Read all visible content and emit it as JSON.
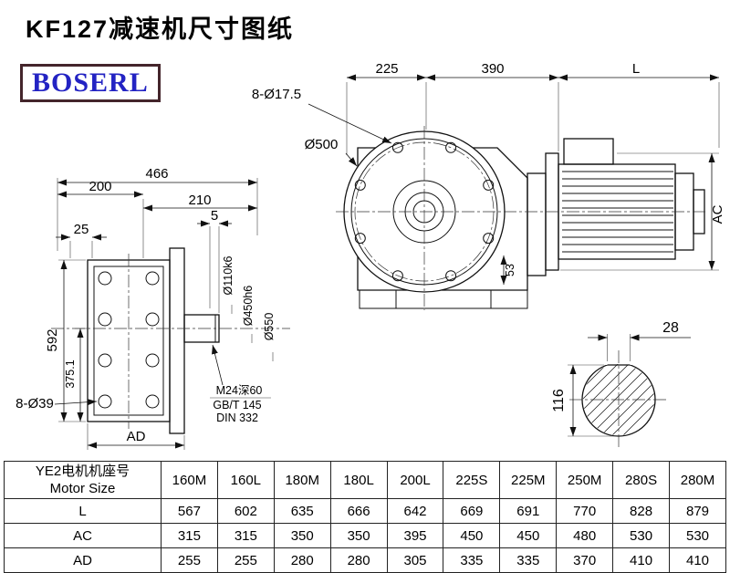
{
  "page": {
    "title": "KF127减速机尺寸图纸",
    "logo": "BOSERL"
  },
  "drawing": {
    "front": {
      "d225": "225",
      "d390": "390",
      "dL": "L",
      "dAC": "AC",
      "bolt_holes": "8-Ø17.5",
      "flange_dia": "Ø500",
      "d53": "53"
    },
    "side": {
      "d466": "466",
      "d200": "200",
      "d210": "210",
      "d5": "5",
      "d25": "25",
      "d592": "592",
      "d375": "375.1",
      "bolt_holes": "8-Ø39",
      "dAD": "AD",
      "shaft_dia": "Ø110k6",
      "spigot_dia": "Ø450h6",
      "flange_od": "Ø550",
      "tap": "M24深60",
      "std1": "GB/T 145",
      "std2": "DIN 332"
    },
    "section": {
      "d28": "28",
      "d116": "116"
    }
  },
  "table": {
    "header_line1": "YE2电机机座号",
    "header_line2": "Motor Size",
    "columns": [
      "160M",
      "160L",
      "180M",
      "180L",
      "200L",
      "225S",
      "225M",
      "250M",
      "280S",
      "280M"
    ],
    "rows": [
      {
        "label": "L",
        "values": [
          "567",
          "602",
          "635",
          "666",
          "642",
          "669",
          "691",
          "770",
          "828",
          "879"
        ]
      },
      {
        "label": "AC",
        "values": [
          "315",
          "315",
          "350",
          "350",
          "395",
          "450",
          "450",
          "480",
          "530",
          "530"
        ]
      },
      {
        "label": "AD",
        "values": [
          "255",
          "255",
          "280",
          "280",
          "305",
          "335",
          "335",
          "370",
          "410",
          "410"
        ]
      }
    ]
  }
}
